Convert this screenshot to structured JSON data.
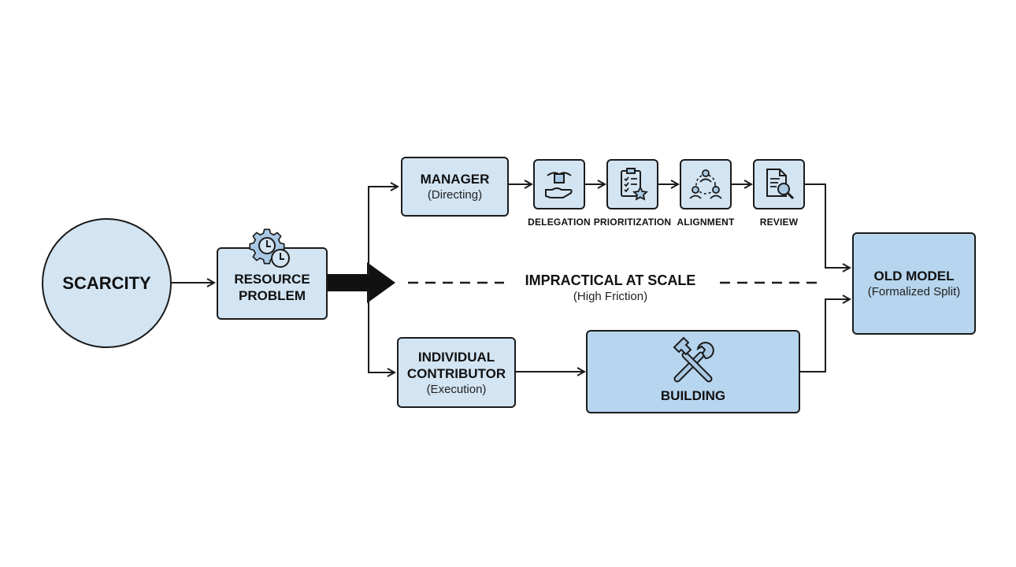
{
  "nodes": {
    "scarcity": "SCARCITY",
    "resource": {
      "line1": "RESOURCE",
      "line2": "PROBLEM"
    },
    "manager": {
      "title": "MANAGER",
      "subtitle": "(Directing)"
    },
    "individual": {
      "line1": "INDIVIDUAL",
      "line2": "CONTRIBUTOR",
      "subtitle": "(Execution)"
    },
    "building": "BUILDING",
    "old_model": {
      "title": "OLD MODEL",
      "subtitle": "(Formalized Split)"
    }
  },
  "steps": [
    {
      "label": "DELEGATION",
      "icon": "hand-box-icon"
    },
    {
      "label": "PRIORITIZATION",
      "icon": "checklist-star-icon"
    },
    {
      "label": "ALIGNMENT",
      "icon": "people-network-icon"
    },
    {
      "label": "REVIEW",
      "icon": "document-magnifier-icon"
    }
  ],
  "impractical": {
    "title": "IMPRACTICAL AT SCALE",
    "subtitle": "(High Friction)"
  },
  "colors": {
    "fill_light": "#d3e4f2",
    "fill_dark": "#b7d5ee",
    "stroke": "#1b1b1b"
  }
}
